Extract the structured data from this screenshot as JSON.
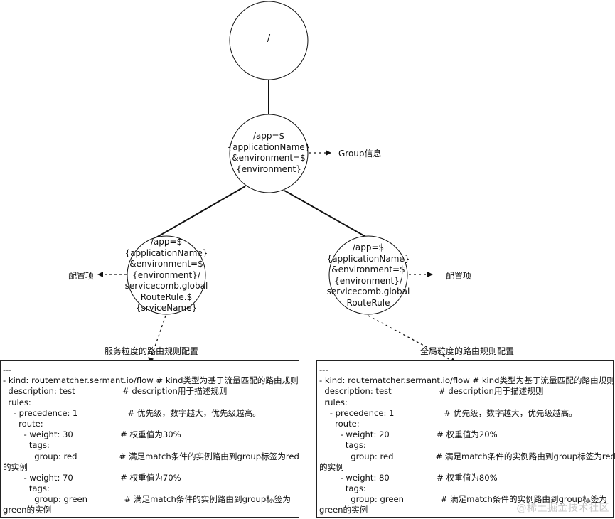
{
  "nodes": {
    "root": {
      "label": "/"
    },
    "group": {
      "label": "/app=$\n{applicationName}\n&environment=$\n{environment}"
    },
    "service_rule": {
      "label": "/app=$\n{applicationName}\n&environment=$\n{environment}/\nservicecomb.global\nRouteRule.$\n{srviceName}"
    },
    "global_rule": {
      "label": "/app=$\n{applicationName}\n&environment=$\n{environment}/\nservicecomb.global\nRouteRule"
    }
  },
  "annotations": {
    "group_info": "Group信息",
    "config_item_left": "配置项",
    "config_item_right": "配置项",
    "service_rule_caption": "服务粒度的路由规则配置",
    "global_rule_caption": "全局粒度的路由规则配置"
  },
  "config_blocks": {
    "service": [
      "---",
      "- kind: routematcher.sermant.io/flow # kind类型为基于流量匹配的路由规则",
      "  description: test                  # description用于描述规则",
      "  rules:",
      "    - precedence: 1                   # 优先级，数字越大，优先级越高。",
      "      route:",
      "        - weight: 30                  # 权重值为30%",
      "          tags:",
      "            group: red                # 满足match条件的实例路由到group标签为red",
      "的实例",
      "        - weight: 70                  # 权重值为70%",
      "          tags:",
      "            group: green              # 满足match条件的实例路由到group标签为",
      "green的实例"
    ],
    "global": [
      "---",
      "- kind: routematcher.sermant.io/flow # kind类型为基于流量匹配的路由规则",
      "  description: test                  # description用于描述规则",
      "  rules:",
      "    - precedence: 1                   # 优先级，数字越大，优先级越高。",
      "      route:",
      "        - weight: 20                  # 权重值为20%",
      "          tags:",
      "            group: red                # 满足match条件的实例路由到group标签为red",
      "的实例",
      "        - weight: 80                  # 权重值为80%",
      "          tags:",
      "            group: green              # 满足match条件的实例路由到group标签为",
      "green的实例"
    ]
  },
  "watermark": "@稀土掘金技术社区"
}
